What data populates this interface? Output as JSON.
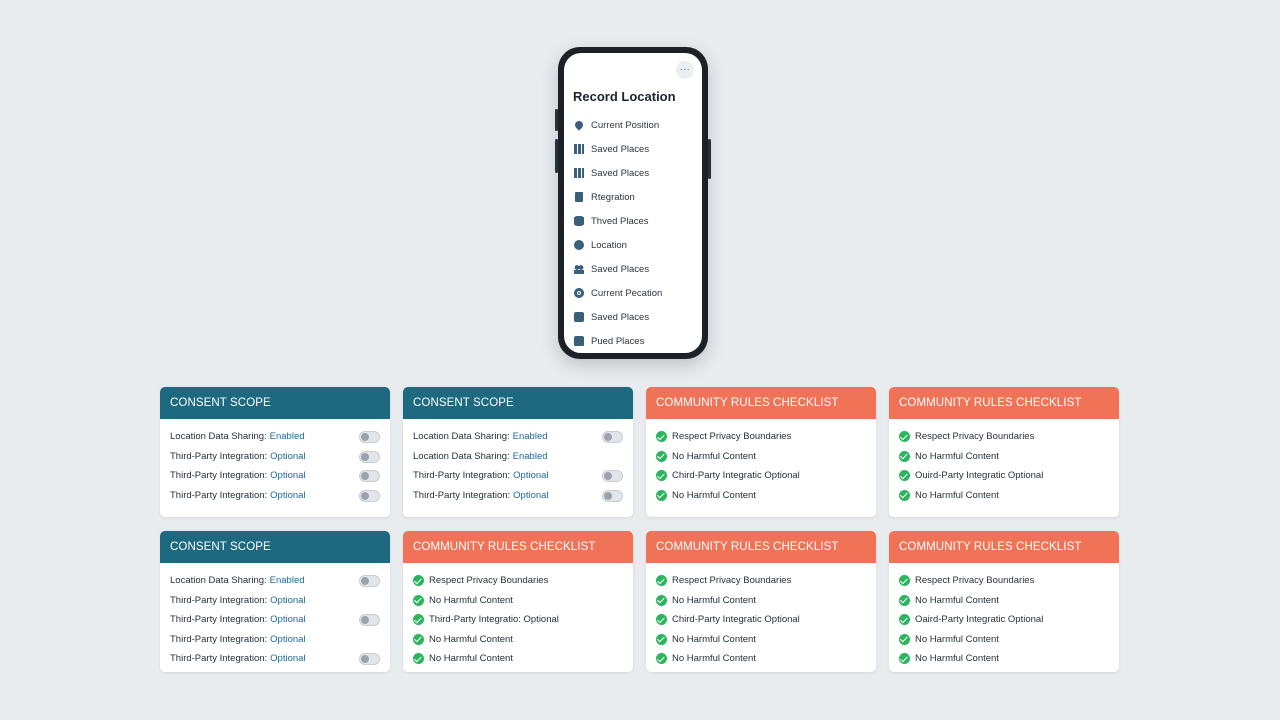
{
  "phone": {
    "more_label": "···",
    "title": "Record Location",
    "menu": [
      {
        "label": "Current Position",
        "icon": "pin-icon"
      },
      {
        "label": "Saved Places",
        "icon": "map-icon"
      },
      {
        "label": "Saved Places",
        "icon": "map-icon"
      },
      {
        "label": "Rtegration",
        "icon": "document-icon"
      },
      {
        "label": "Thved Places",
        "icon": "database-icon"
      },
      {
        "label": "Location",
        "icon": "clock-icon"
      },
      {
        "label": "Saved Places",
        "icon": "group-icon"
      },
      {
        "label": "Current Pecation",
        "icon": "target-icon"
      },
      {
        "label": "Saved Places",
        "icon": "box-icon"
      },
      {
        "label": "Pued Places",
        "icon": "bag-icon"
      }
    ]
  },
  "colors": {
    "teal_header": "#1d6a80",
    "coral_header": "#f17357",
    "check_green": "#2bb55c",
    "link_blue": "#1d6a9a"
  },
  "cards": [
    {
      "title": "CONSENT SCOPE",
      "rows": [
        {
          "label": "Location Data Sharing:",
          "value": "Enabled"
        },
        {
          "label": "Third-Party Integration:",
          "value": "Optional"
        },
        {
          "label": "Third-Party Integration:",
          "value": "Optional"
        },
        {
          "label": "Third-Party Integration:",
          "value": "Optional"
        }
      ]
    },
    {
      "title": "CONSENT SCOPE",
      "rows": [
        {
          "label": "Location Data Sharing:",
          "value": "Enabled"
        },
        {
          "label": "Location Data Sharing:",
          "value": "Enabled"
        },
        {
          "label": "Third-Party Integration:",
          "value": "Optional"
        },
        {
          "label": "Third-Party Integration:",
          "value": "Optional"
        }
      ]
    },
    {
      "title": "COMMUNITY RULES CHECKLIST",
      "items": [
        "Respect Privacy Boundaries",
        "No Harmful Content",
        "Chird-Party Integratic Optional",
        "No Harmful Content"
      ]
    },
    {
      "title": "COMMUNITY RULES CHECKLIST",
      "items": [
        "Respect Privacy Boundaries",
        "No Harmful Content",
        "Ouird-Party Integratic Optional",
        "No Harmful Content"
      ]
    },
    {
      "title": "CONSENT SCOPE",
      "rows": [
        {
          "label": "Location Data Sharing:",
          "value": "Enabled"
        },
        {
          "label": "Third-Party Integration:",
          "value": "Optional"
        },
        {
          "label": "Third-Party Integration:",
          "value": "Optional"
        },
        {
          "label": "Third-Party Integration:",
          "value": "Optional"
        },
        {
          "label": "Third-Party Integration:",
          "value": "Optional"
        }
      ]
    },
    {
      "title": "COMMUNITY RULES CHECKLIST",
      "items": [
        "Respect Privacy Boundaries",
        "No Harmful Content",
        "Third-Party Integratio: Optional",
        "No Harmful Content",
        "No Harmful Content"
      ]
    },
    {
      "title": "COMMUNITY RULES CHECKLIST",
      "items": [
        "Respect Privacy Boundaries",
        "No Harmful Content",
        "Chird-Party Integratic Optional",
        "No Harmful Content",
        "No Harmful Content"
      ]
    },
    {
      "title": "COMMUNITY RULES CHECKLIST",
      "items": [
        "Respect Privacy Boundaries",
        "No Harmful Content",
        "Oaird-Party Integratic Optional",
        "No Harmful Content",
        "No Harmful Content"
      ]
    }
  ]
}
